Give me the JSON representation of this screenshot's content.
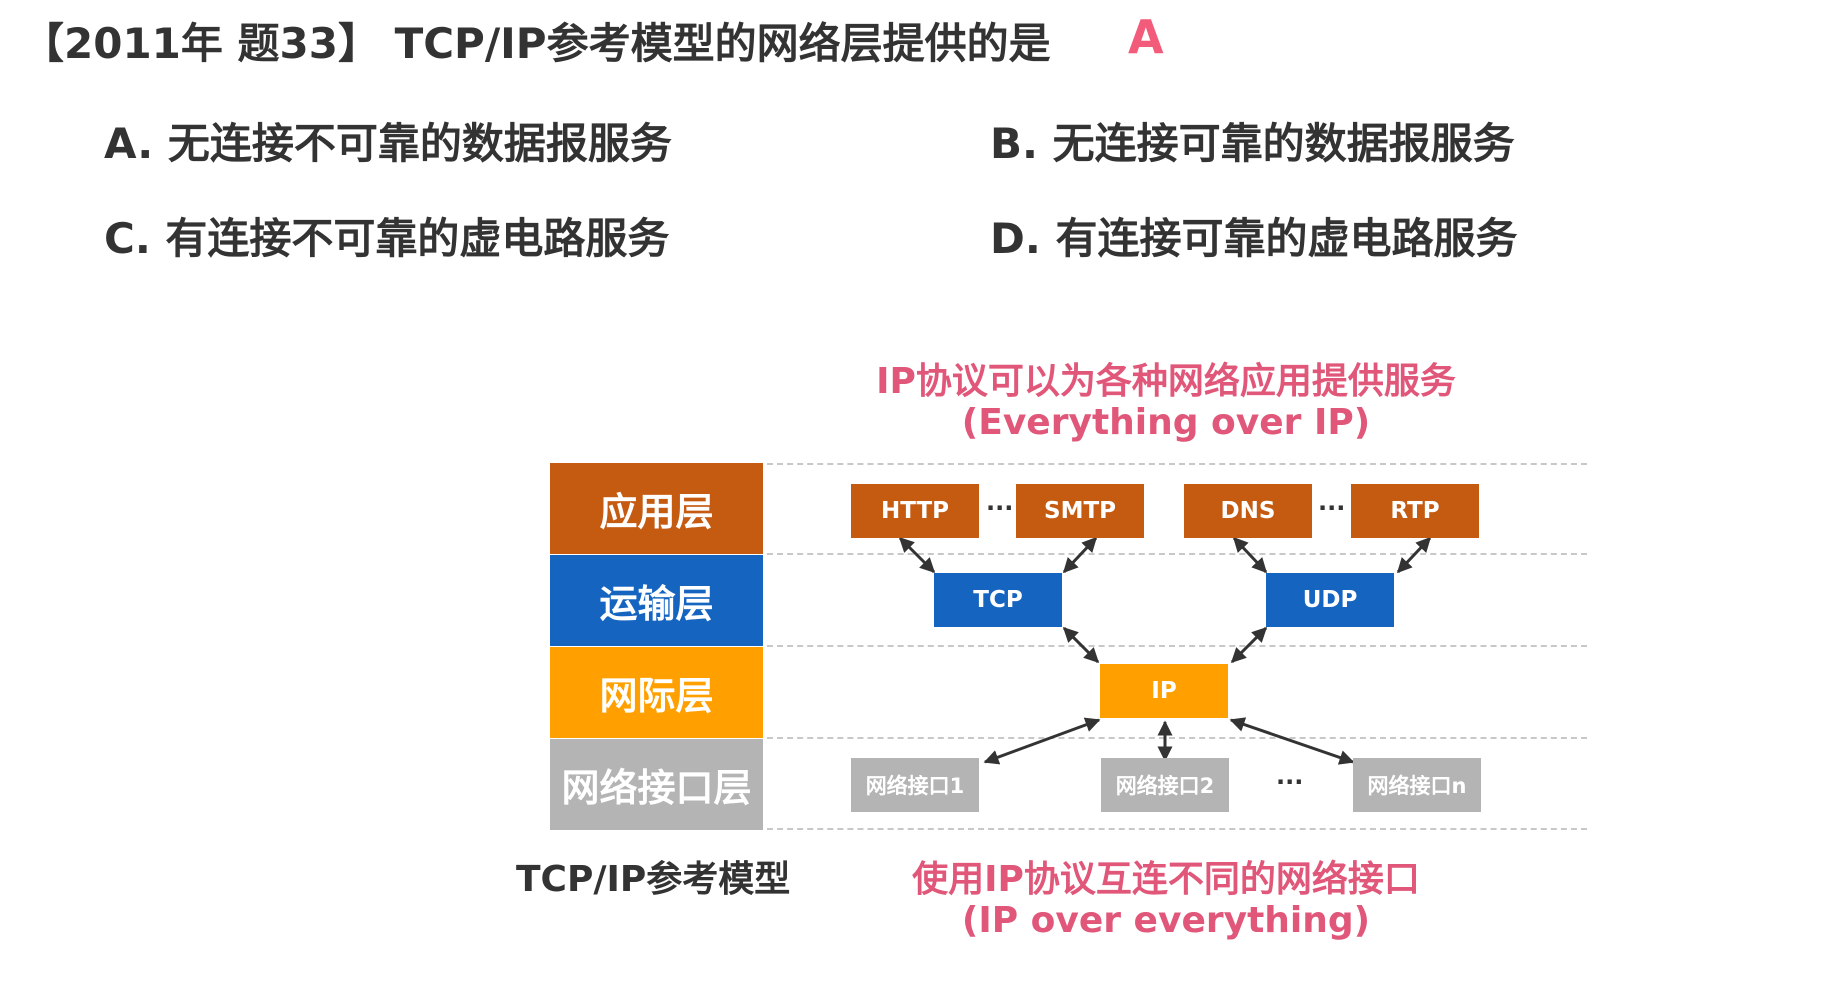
{
  "question": {
    "title": "【2011年 题33】 TCP/IP参考模型的网络层提供的是",
    "answer": "A"
  },
  "options": {
    "a": "A. 无连接不可靠的数据报服务",
    "b": "B. 无连接可靠的数据报服务",
    "c": "C. 有连接不可靠的虚电路服务",
    "d": "D. 有连接可靠的虚电路服务"
  },
  "diagram": {
    "top_note_line1": "IP协议可以为各种网络应用提供服务",
    "top_note_line2": "(Everything over IP)",
    "bottom_note_line1": "使用IP协议互连不同的网络接口",
    "bottom_note_line2": "(IP over everything)",
    "layers": {
      "app": "应用层",
      "transport": "运输层",
      "internet": "网际层",
      "netif": "网络接口层"
    },
    "caption": "TCP/IP参考模型",
    "protocols": {
      "http": "HTTP",
      "smtp": "SMTP",
      "dns": "DNS",
      "rtp": "RTP",
      "tcp": "TCP",
      "udp": "UDP",
      "ip": "IP",
      "if1": "网络接口1",
      "if2": "网络接口2",
      "ifn": "网络接口n"
    },
    "ellipsis": "···",
    "colors": {
      "app": "#c55a11",
      "transport": "#1565c0",
      "internet": "#ffa000",
      "netif": "#b4b4b4",
      "note": "#e0577a",
      "answer": "#f25b7a"
    }
  }
}
